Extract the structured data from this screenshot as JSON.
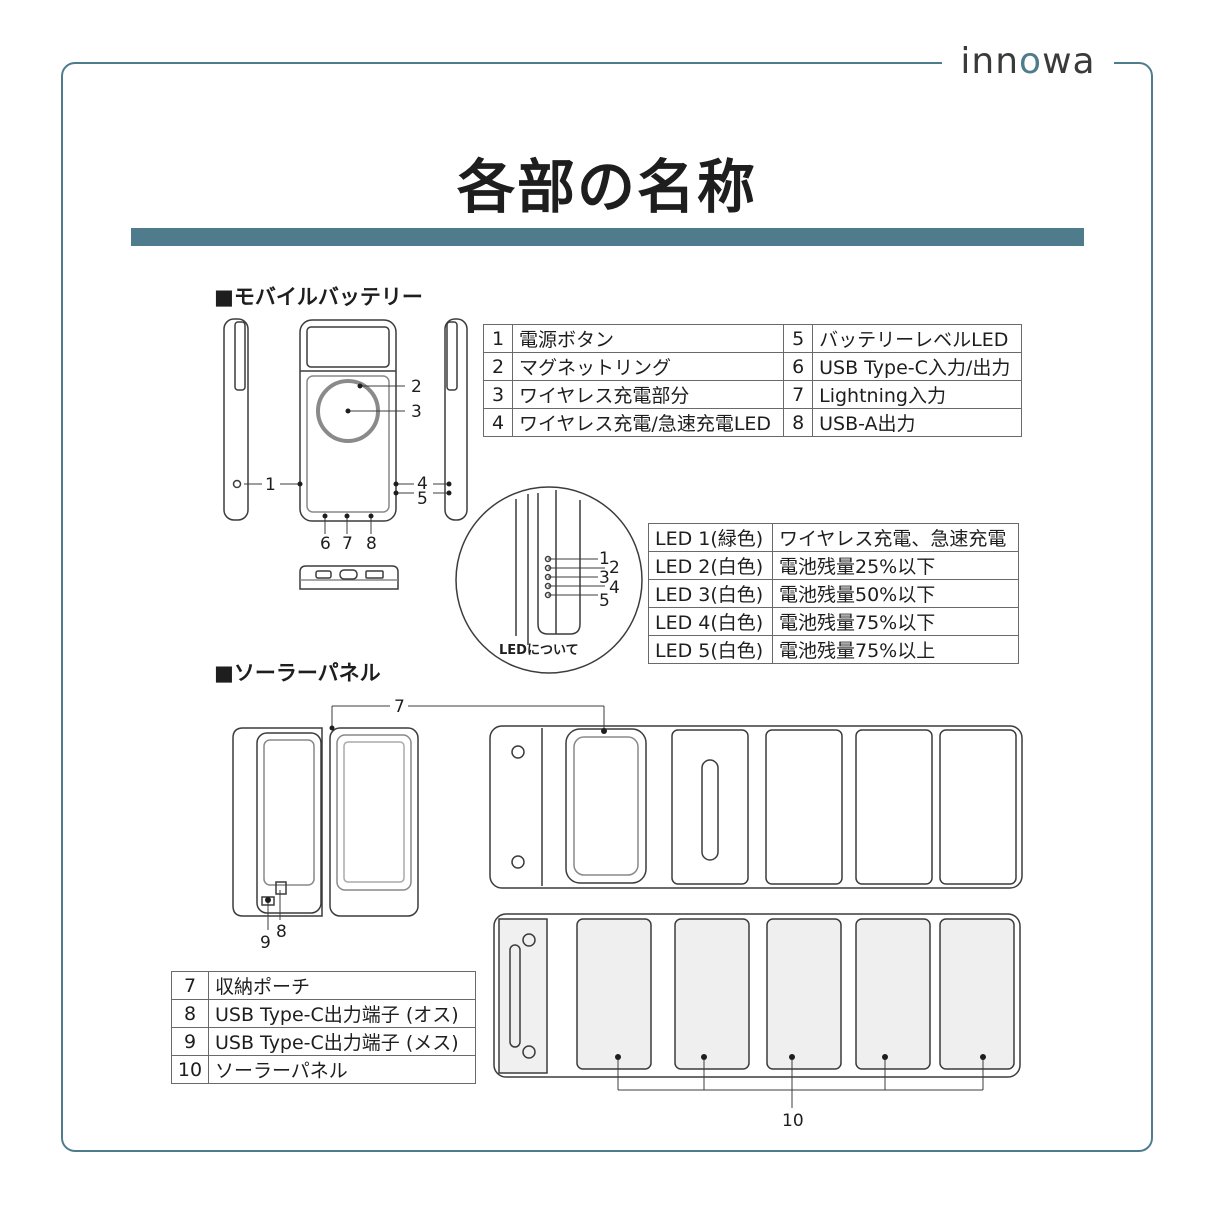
{
  "brand": {
    "name_before": "inn",
    "name_o": "o",
    "name_after": "wa"
  },
  "title": "各部の名称",
  "sections": {
    "battery": "■モバイルバッテリー",
    "solar": "■ソーラーパネル"
  },
  "battery_parts": [
    {
      "num": "1",
      "label": "電源ボタン"
    },
    {
      "num": "2",
      "label": "マグネットリング"
    },
    {
      "num": "3",
      "label": "ワイヤレス充電部分"
    },
    {
      "num": "4",
      "label": "ワイヤレス充電/急速充電LED"
    },
    {
      "num": "5",
      "label": "バッテリーレベルLED"
    },
    {
      "num": "6",
      "label": "USB Type-C入力/出力"
    },
    {
      "num": "7",
      "label": "Lightning入力"
    },
    {
      "num": "8",
      "label": "USB-A出力"
    }
  ],
  "led_table": [
    {
      "led": "LED 1(緑色)",
      "meaning": "ワイヤレス充電、急速充電"
    },
    {
      "led": "LED 2(白色)",
      "meaning": "電池残量25%以下"
    },
    {
      "led": "LED 3(白色)",
      "meaning": "電池残量50%以下"
    },
    {
      "led": "LED 4(白色)",
      "meaning": "電池残量75%以下"
    },
    {
      "led": "LED 5(白色)",
      "meaning": "電池残量75%以上"
    }
  ],
  "led_caption": "LEDについて",
  "solar_parts": [
    {
      "num": "7",
      "label": "収納ポーチ"
    },
    {
      "num": "8",
      "label": "USB Type-C出力端子 (オス)"
    },
    {
      "num": "9",
      "label": "USB Type-C出力端子 (メス)"
    },
    {
      "num": "10",
      "label": "ソーラーパネル"
    }
  ],
  "callouts": {
    "n1": "1",
    "n2": "2",
    "n3": "3",
    "n4": "4",
    "n5": "5",
    "n6": "6",
    "n7": "7",
    "n8": "8",
    "n9": "9",
    "n10": "10",
    "c1": "1",
    "c2": "2",
    "c3": "3",
    "c4": "4",
    "c5": "5",
    "p7": "7",
    "p8": "8",
    "p9": "9",
    "p10": "10"
  },
  "colors": {
    "accent": "#4f7c8c",
    "ring": "#8a8a8a"
  }
}
